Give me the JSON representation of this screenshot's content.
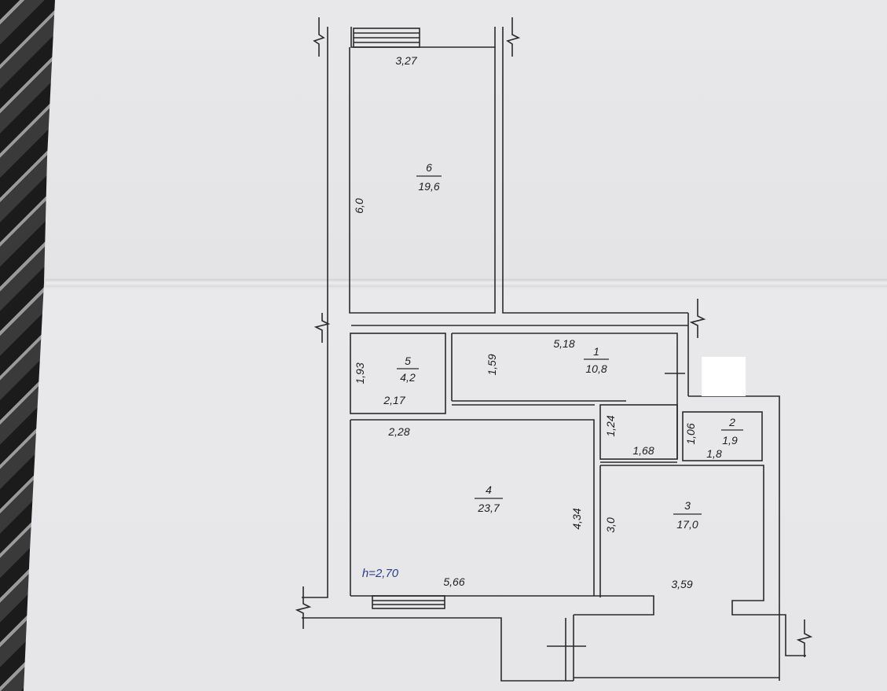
{
  "rooms": [
    {
      "number": "6",
      "area": "19,6"
    },
    {
      "number": "5",
      "area": "4,2"
    },
    {
      "number": "1",
      "area": "10,8"
    },
    {
      "number": "2",
      "area": "1,9"
    },
    {
      "number": "4",
      "area": "23,7"
    },
    {
      "number": "3",
      "area": "17,0"
    }
  ],
  "dimensions": {
    "room6_width": "3,27",
    "room6_length": "6,0",
    "room5_height": "1,93",
    "room5_width": "2,17",
    "room1_width": "5,18",
    "room1_height": "1,59",
    "room4_top": "2,28",
    "room4_height": "4,34",
    "room4_width": "5,66",
    "hall_height": "1,24",
    "hall_width": "1,68",
    "room2_height": "1,06",
    "room2_width": "1,8",
    "room3_height": "3,0",
    "room3_width": "3,59"
  },
  "ceiling_height": "h=2,70",
  "colors": {
    "line": "#2a2a2a",
    "paper": "#e6e6e8",
    "annotation": "#2b3f86"
  }
}
